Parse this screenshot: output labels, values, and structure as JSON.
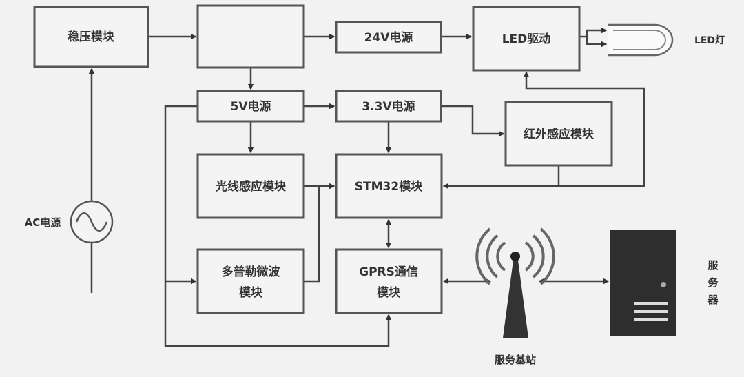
{
  "blocks": {
    "regulator": "稳压模块",
    "blank": "",
    "power24": "24V电源",
    "led_driver": "LED驱动",
    "led_lamp": "LED灯",
    "power5": "5V电源",
    "power33": "3.3V电源",
    "infrared": "红外感应模块",
    "light": "光线感应模块",
    "stm32": "STM32模块",
    "doppler_1": "多普勒微波",
    "doppler_2": "模块",
    "gprs_1": "GPRS通信",
    "gprs_2": "模块",
    "ac": "AC电源",
    "base_station": "服务基站",
    "server_1": "服",
    "server_2": "务",
    "server_3": "器"
  },
  "colors": {
    "line": "#444444",
    "box_border": "#555555",
    "background": "#f2f2f2"
  }
}
